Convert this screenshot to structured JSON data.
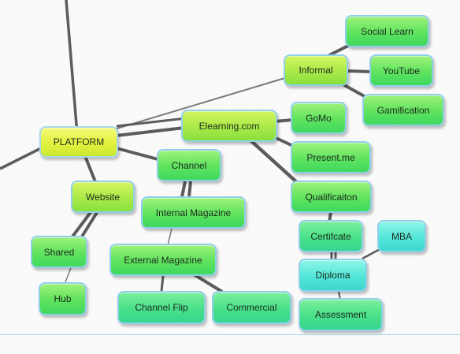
{
  "diagram": {
    "nodes": [
      {
        "id": "platform",
        "label": "PLATFORM"
      },
      {
        "id": "elearning",
        "label": "Elearning.com"
      },
      {
        "id": "informal",
        "label": "Informal"
      },
      {
        "id": "social",
        "label": "Social Learn"
      },
      {
        "id": "youtube",
        "label": "YouTube"
      },
      {
        "id": "gamification",
        "label": "Gamification"
      },
      {
        "id": "gomo",
        "label": "GoMo"
      },
      {
        "id": "presentme",
        "label": "Present.me"
      },
      {
        "id": "qualification",
        "label": "Qualificaiton"
      },
      {
        "id": "certificate",
        "label": "Certifcate"
      },
      {
        "id": "mba",
        "label": "MBA"
      },
      {
        "id": "diploma",
        "label": "Diploma"
      },
      {
        "id": "assessment",
        "label": "Assessment"
      },
      {
        "id": "channel",
        "label": "Channel"
      },
      {
        "id": "internal",
        "label": "Internal Magazine"
      },
      {
        "id": "external",
        "label": "External Magazine"
      },
      {
        "id": "channelflip",
        "label": "Channel Flip"
      },
      {
        "id": "commercial",
        "label": "Commercial"
      },
      {
        "id": "website",
        "label": "Website"
      },
      {
        "id": "shared",
        "label": "Shared"
      },
      {
        "id": "hub",
        "label": "Hub"
      }
    ]
  }
}
